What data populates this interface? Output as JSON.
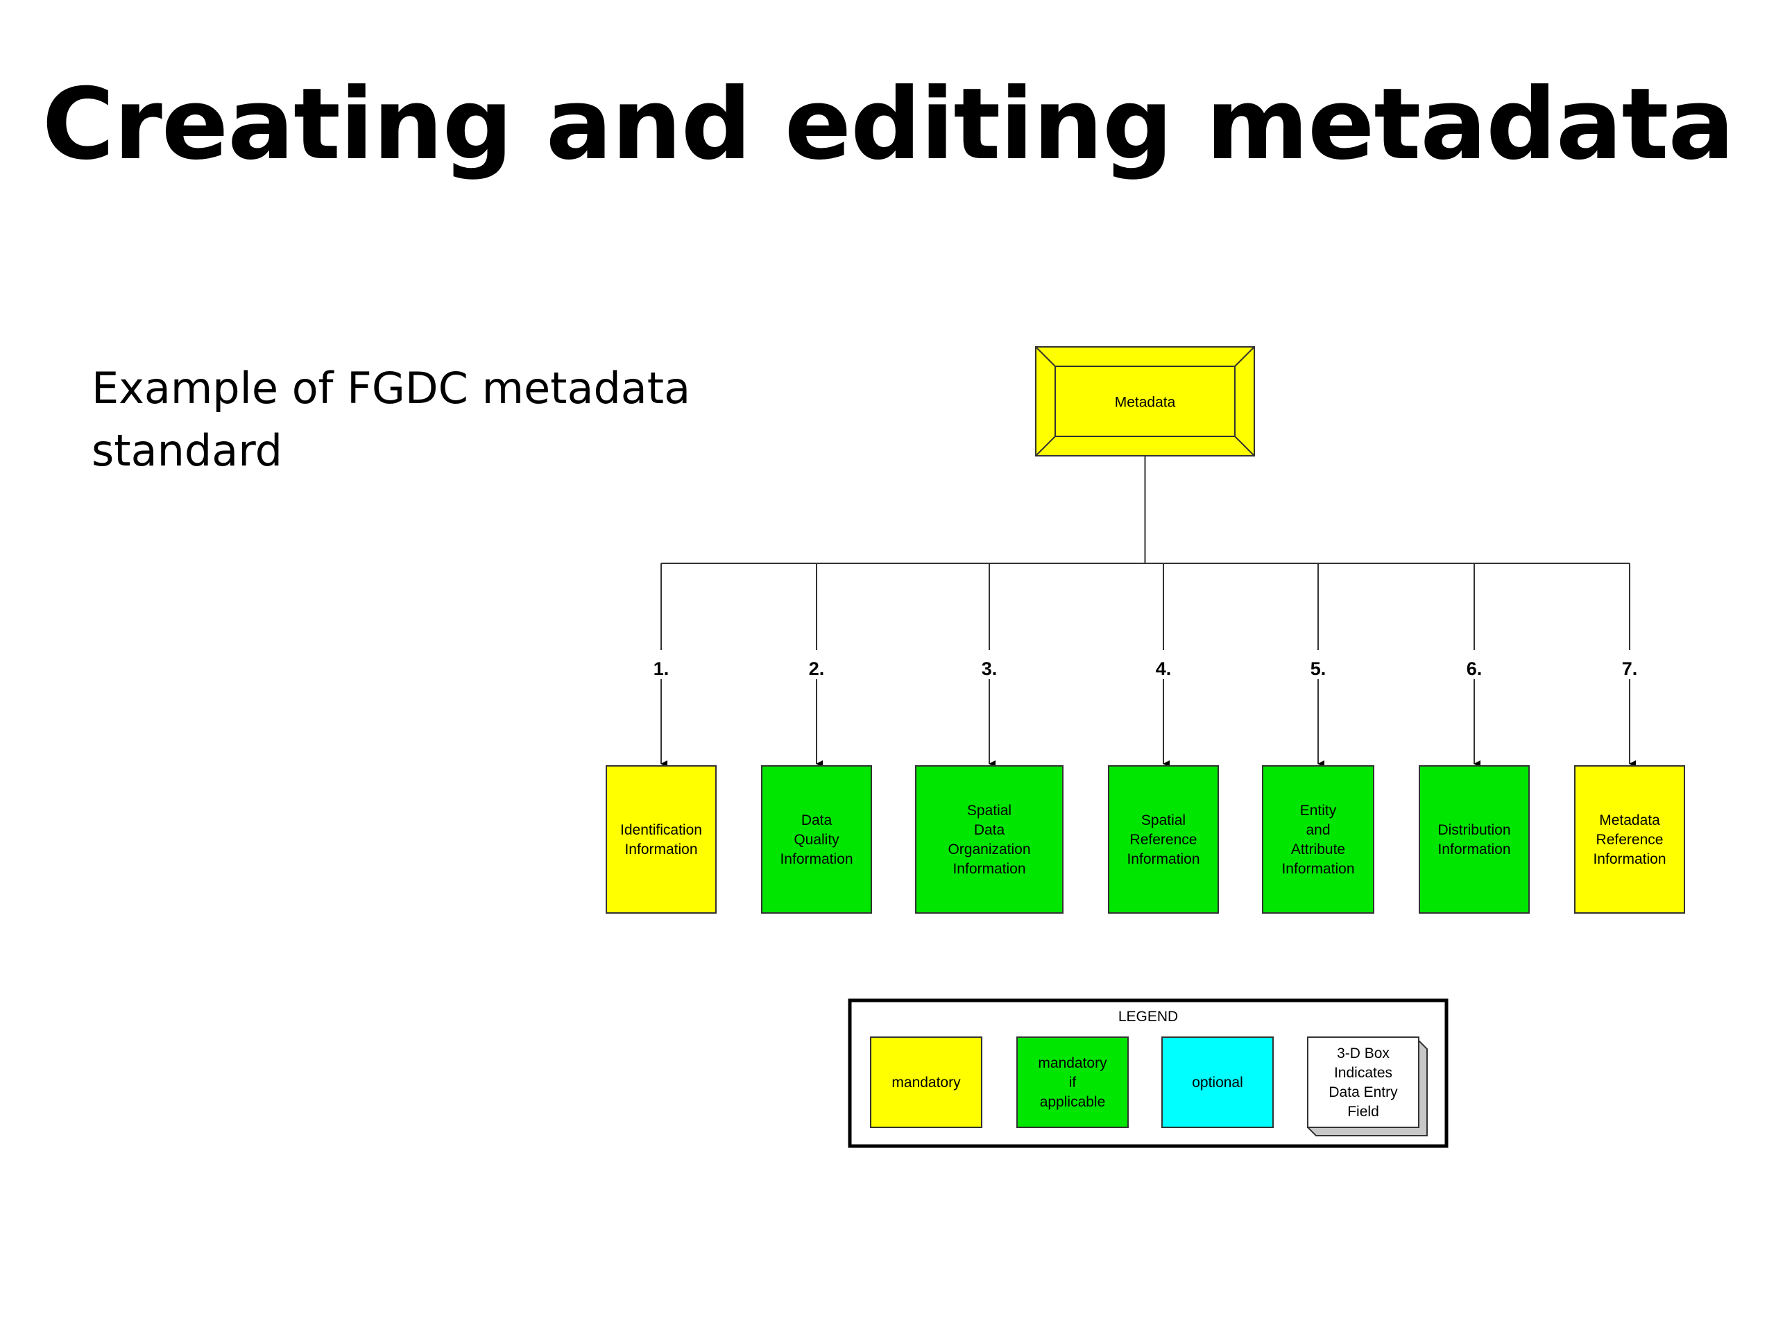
{
  "title": "Creating and editing metadata",
  "caption": "Example of FGDC metadata standard",
  "colors": {
    "mandatory": "#ffff00",
    "mandatory_if_applicable": "#00e600",
    "optional": "#00ffff",
    "box_border": "#333333"
  },
  "diagram": {
    "root": {
      "label": "Metadata",
      "status": "mandatory"
    },
    "sections": [
      {
        "number": "1.",
        "lines": [
          "Identification",
          "Information"
        ],
        "status": "mandatory"
      },
      {
        "number": "2.",
        "lines": [
          "Data",
          "Quality",
          "Information"
        ],
        "status": "mandatory_if_applicable"
      },
      {
        "number": "3.",
        "lines": [
          "Spatial",
          "Data",
          "Organization",
          "Information"
        ],
        "status": "mandatory_if_applicable"
      },
      {
        "number": "4.",
        "lines": [
          "Spatial",
          "Reference",
          "Information"
        ],
        "status": "mandatory_if_applicable"
      },
      {
        "number": "5.",
        "lines": [
          "Entity",
          "and",
          "Attribute",
          "Information"
        ],
        "status": "mandatory_if_applicable"
      },
      {
        "number": "6.",
        "lines": [
          "Distribution",
          "Information"
        ],
        "status": "mandatory_if_applicable"
      },
      {
        "number": "7.",
        "lines": [
          "Metadata",
          "Reference",
          "Information"
        ],
        "status": "mandatory"
      }
    ]
  },
  "legend": {
    "title": "LEGEND",
    "items": [
      {
        "lines": [
          "mandatory"
        ],
        "status": "mandatory"
      },
      {
        "lines": [
          "mandatory",
          "if",
          "applicable"
        ],
        "status": "mandatory_if_applicable"
      },
      {
        "lines": [
          "optional"
        ],
        "status": "optional"
      },
      {
        "lines": [
          "3-D Box",
          "Indicates",
          "Data Entry",
          "Field"
        ],
        "status": "3d"
      }
    ]
  }
}
